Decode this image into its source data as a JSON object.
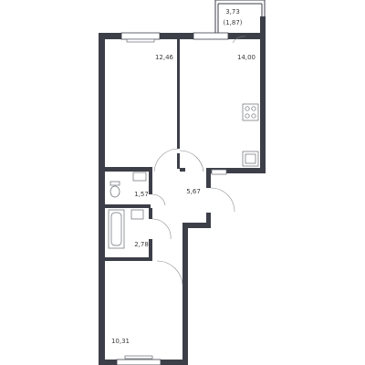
{
  "rooms": {
    "balcony": {
      "area": "3,73",
      "reduced_area": "(1,87)"
    },
    "room1": {
      "area": "12,46"
    },
    "kitchen": {
      "area": "14,00"
    },
    "wc": {
      "area": "1,57"
    },
    "hall": {
      "area": "5,67"
    },
    "bathroom": {
      "area": "2,78"
    },
    "room2": {
      "area": "10,31"
    }
  }
}
